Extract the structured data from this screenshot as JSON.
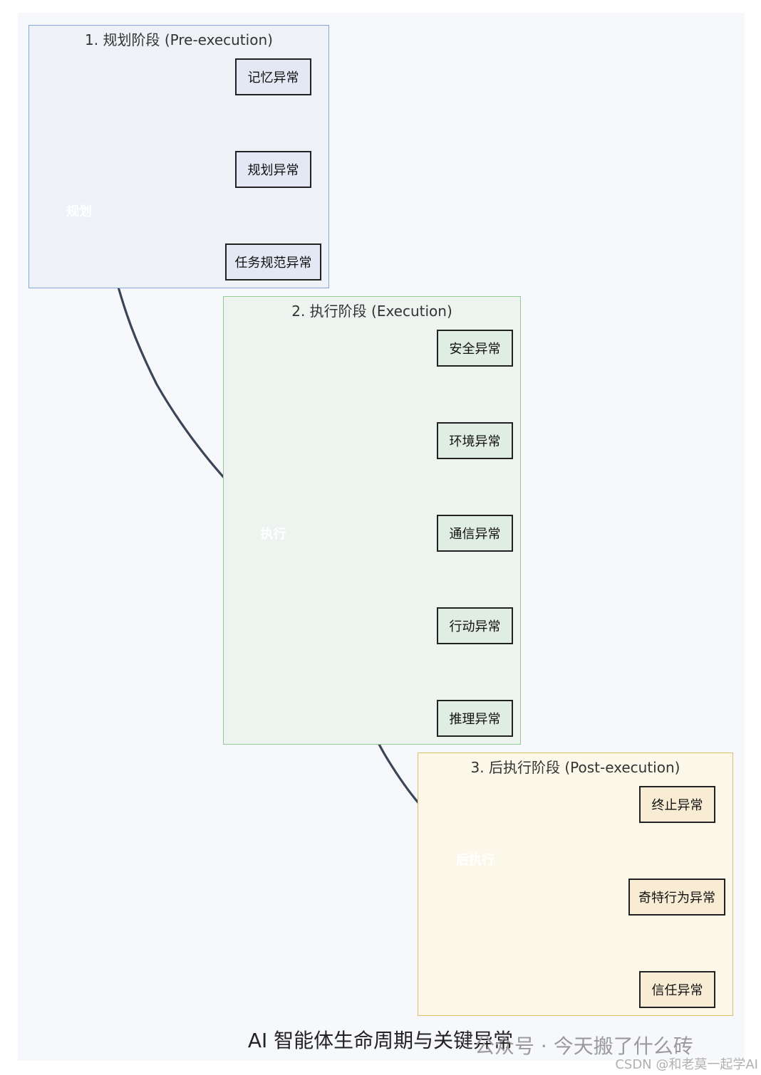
{
  "caption": "AI 智能体生命周期与关键异常",
  "watermark": "公众号 · 今天搬了什么砖",
  "credit": "CSDN @和老莫一起学AI",
  "colors": {
    "stage1": {
      "border": "#86a6e0",
      "fill": "#eef2f7",
      "hub": "#6a93d6",
      "leaf": "#e3e8f4",
      "edge": "#b9cdee"
    },
    "stage2": {
      "border": "#93cc93",
      "fill": "#edf4f0",
      "hub": "#7dc27a",
      "leaf": "#e0ede3",
      "edge": "#bfe0c0"
    },
    "stage3": {
      "border": "#e0bb6a",
      "fill": "#fcf8e9",
      "hub": "#d9a23d",
      "leaf": "#f8ecd4",
      "edge": "#e6c26e"
    },
    "flow": "#3b4558"
  },
  "stages": [
    {
      "title": "1. 规划阶段 (Pre-execution)",
      "hub": "规划",
      "anomalies": [
        "记忆异常",
        "规划异常",
        "任务规范异常"
      ]
    },
    {
      "title": "2. 执行阶段 (Execution)",
      "hub": "执行",
      "anomalies": [
        "安全异常",
        "环境异常",
        "通信异常",
        "行动异常",
        "推理异常"
      ]
    },
    {
      "title": "3. 后执行阶段 (Post-execution)",
      "hub": "后执行",
      "anomalies": [
        "终止异常",
        "奇特行为异常",
        "信任异常"
      ]
    }
  ]
}
